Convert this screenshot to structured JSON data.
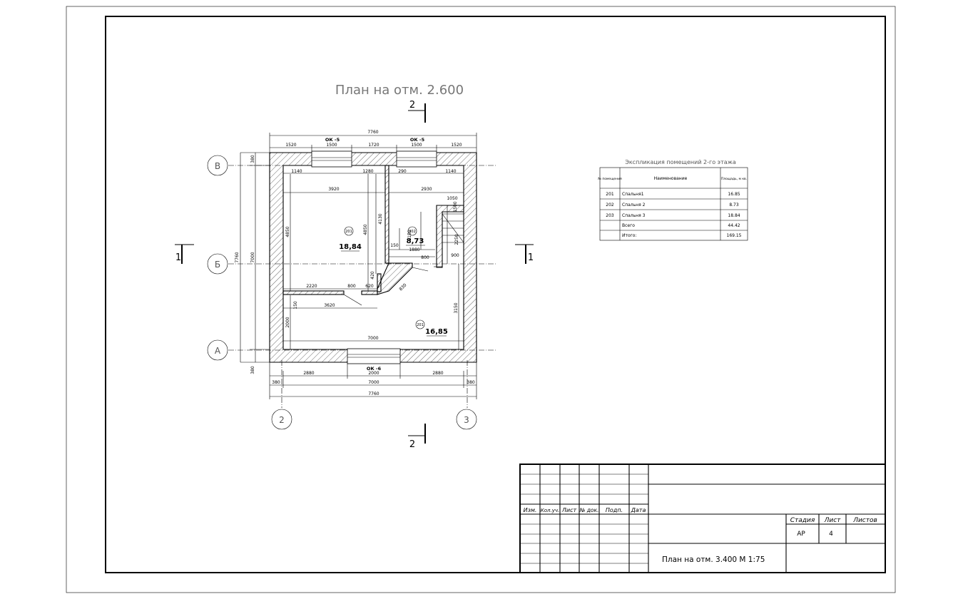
{
  "plan": {
    "title": "План на отм. 2.600",
    "axes": {
      "B": "В",
      "Bb": "Б",
      "A": "А",
      "n2": "2",
      "n3": "3"
    },
    "sections": {
      "s1_left": "1",
      "s1_right": "1",
      "s2_top": "2",
      "s2_bottom": "2"
    },
    "windows": {
      "top_left": "ОК -5",
      "top_right": "ОК -5",
      "bottom": "ОК -6"
    },
    "rooms": [
      {
        "num": "201",
        "area": "18,84"
      },
      {
        "num": "202",
        "area": "8,73"
      },
      {
        "num": "201",
        "area": "16,85"
      }
    ],
    "dims": {
      "top_total": "7760",
      "top_1520a": "1520",
      "top_1500a": "1500",
      "top_1720": "1720",
      "top_1500b": "1500",
      "top_1520b": "1520",
      "in_1140a": "1140",
      "in_1280": "1280",
      "in_290": "290",
      "in_1140b": "1140",
      "in_3920": "3920",
      "in_2930": "2930",
      "in_1050": "1050",
      "in_1500v": "1500",
      "in_4850a": "4850",
      "in_4850b": "4850",
      "in_4130": "4130",
      "in_2150": "2150",
      "in_2250": "2250",
      "in_150": "150",
      "in_1880": "1880",
      "in_800a": "800",
      "in_900": "900",
      "in_2220": "2220",
      "in_800b": "800",
      "in_620": "620",
      "in_420": "420",
      "in_3620": "3620",
      "in_150b": "150",
      "in_830": "830",
      "in_3150": "3150",
      "in_2000v": "2000",
      "in_7000": "7000",
      "left_380a": "380",
      "left_7760": "7760",
      "left_7000": "7000",
      "left_380b": "380",
      "bot_2880a": "2880",
      "bot_2000": "2000",
      "bot_2880b": "2880",
      "bot_380a": "380",
      "bot_7000": "7000",
      "bot_380b": "380",
      "bot_7760": "7760"
    }
  },
  "schedule": {
    "title": "Экспликация помещений 2-го этажа",
    "headers": {
      "num": "№ помещения",
      "name": "Наименование",
      "area": "Площадь, м кв."
    },
    "rows": [
      {
        "num": "201",
        "name": "Спальня1",
        "area": "16.85"
      },
      {
        "num": "202",
        "name": "Спальня 2",
        "area": "8.73"
      },
      {
        "num": "203",
        "name": "Спальня 3",
        "area": "18.84"
      },
      {
        "num": "",
        "name": "Всего",
        "area": "44.42"
      },
      {
        "num": "",
        "name": "Итого:",
        "area": "169.15"
      }
    ]
  },
  "titleblock": {
    "cols": {
      "izm": "Изм.",
      "kolu": "Кол.уч.",
      "list": "Лист",
      "ndok": "№ док.",
      "podp": "Подп.",
      "data": "Дата"
    },
    "stage_label": "Стадия",
    "sheet_label": "Лист",
    "sheets_label": "Листов",
    "stage": "АР",
    "sheet": "4",
    "sheets": "",
    "drawing_name": "План на отм. 3.400 М 1:75"
  }
}
